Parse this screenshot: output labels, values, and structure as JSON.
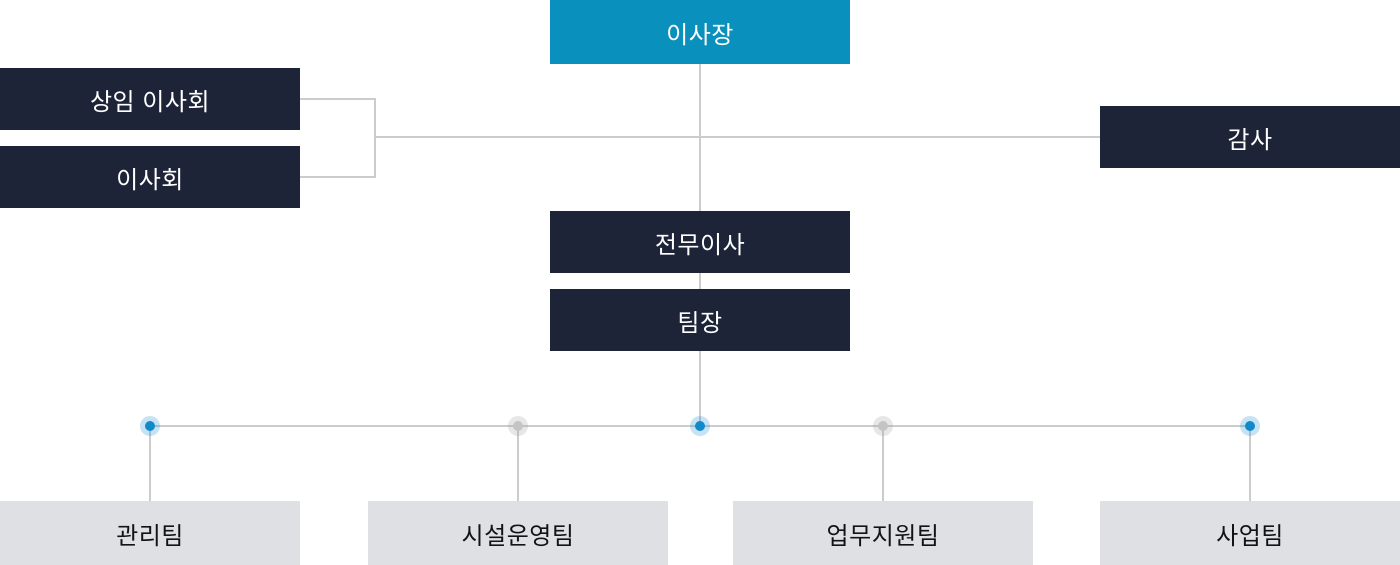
{
  "diagram": {
    "type": "organization-chart"
  },
  "colors": {
    "accent": "#0a90bc",
    "navy": "#1d2438",
    "light": "#dee0e4",
    "line": "#cccccc",
    "dot_blue": "#1289cb",
    "dot_blue_halo": "#1289cb3d",
    "dot_gray": "#c4c4c6",
    "dot_gray_halo": "#9a9aa03d"
  },
  "nodes": {
    "chairman": {
      "label": "이사장"
    },
    "standing_board": {
      "label": "상임 이사회"
    },
    "board": {
      "label": "이사회"
    },
    "auditor": {
      "label": "감사"
    },
    "executive_director": {
      "label": "전무이사"
    },
    "team_leader": {
      "label": "팀장"
    },
    "teams": [
      {
        "label": "관리팀"
      },
      {
        "label": "시설운영팀"
      },
      {
        "label": "업무지원팀"
      },
      {
        "label": "사업팀"
      }
    ]
  }
}
